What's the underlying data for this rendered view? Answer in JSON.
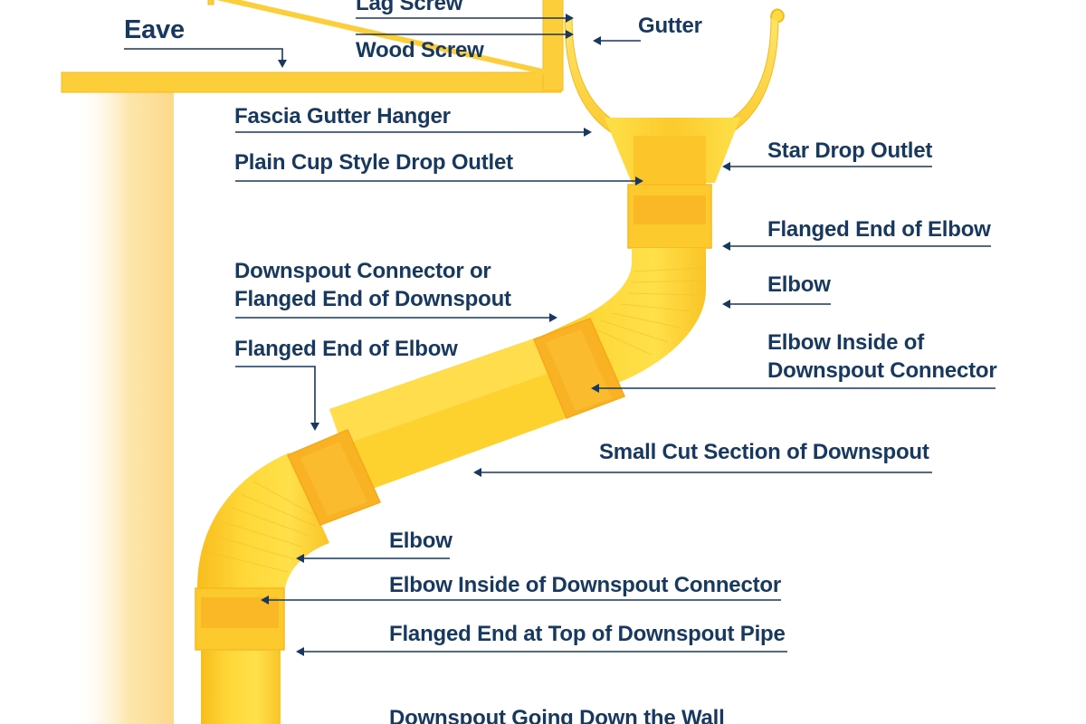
{
  "labels": {
    "eave": "Eave",
    "lag_screw": "Lag Screw",
    "wood_screw": "Wood Screw",
    "gutter": "Gutter",
    "fascia_gutter_hanger": "Fascia Gutter Hanger",
    "plain_cup_drop_outlet": "Plain Cup Style Drop Outlet",
    "star_drop_outlet": "Star Drop Outlet",
    "flanged_end_of_elbow_right": "Flanged End of Elbow",
    "elbow_right": "Elbow",
    "downspout_connector_line1": "Downspout Connector or",
    "downspout_connector_line2": "Flanged End of Downspout",
    "flanged_end_of_elbow_left": "Flanged End of Elbow",
    "elbow_inside_connector_line1": "Elbow Inside of",
    "elbow_inside_connector_line2": "Downspout Connector",
    "small_cut_section": "Small Cut Section of Downspout",
    "elbow_lower": "Elbow",
    "elbow_inside_connector_lower": "Elbow Inside of Downspout Connector",
    "flanged_end_top_pipe": "Flanged End at Top of Downspout Pipe",
    "downspout_down_wall": "Downspout Going Down the Wall"
  },
  "colors": {
    "label_text": "#17385f",
    "leader_line": "#17385f",
    "pipe_yellow": "#fdd22f",
    "pipe_shadow": "#f7b81d",
    "connector_orange": "#f9b224",
    "wall_glow": "#fde3a8"
  }
}
